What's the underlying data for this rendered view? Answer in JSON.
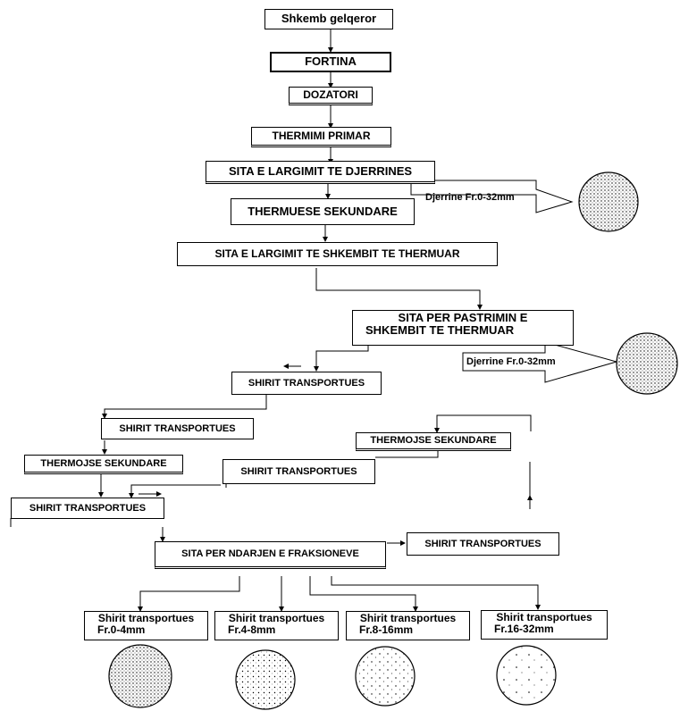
{
  "nodes": {
    "shkemb_gelqeror": "Shkemb gelqeror",
    "fortina": "FORTINA",
    "dozatori": "DOZATORI",
    "thermimi_primar": "THERMIMI PRIMAR",
    "sita_djerrines": "SITA E LARGIMIT TE DJERRINES",
    "thermuese_sekundare": "THERMUESE SEKUNDARE",
    "sita_shkembit": "SITA E LARGIMIT TE SHKEMBIT TE THERMUAR",
    "sita_pastrim_line1": "SITA PER PASTRIMIN E",
    "sita_pastrim_line2": "SHKEMBIT TE THERMUAR",
    "shirit_1": "SHIRIT TRANSPORTUES",
    "shirit_2": "SHIRIT TRANSPORTUES",
    "thermojse_left": "THERMOJSE SEKUNDARE",
    "thermojse_right": "THERMOJSE SEKUNDARE",
    "shirit_3": "SHIRIT TRANSPORTUES",
    "shirit_4": "SHIRIT TRANSPORTUES",
    "sita_ndarje": "SITA PER NDARJEN E FRAKSIONEVE",
    "shirit_5": "SHIRIT TRANSPORTUES"
  },
  "waste_outputs": [
    {
      "label": "Djerrine Fr.0-32mm"
    },
    {
      "label": "Djerrine Fr.0-32mm"
    }
  ],
  "products": [
    {
      "name": "Shirit  transportues",
      "fraction": "Fr.0-4mm"
    },
    {
      "name": "Shirit  transportues",
      "fraction": "Fr.4-8mm"
    },
    {
      "name": "Shirit  transportues",
      "fraction": "Fr.8-16mm"
    },
    {
      "name": "Shirit  transportues",
      "fraction": "Fr.16-32mm"
    }
  ]
}
